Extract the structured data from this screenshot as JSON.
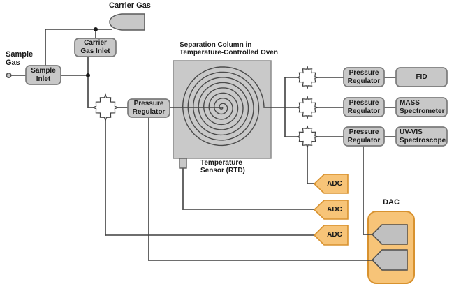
{
  "labels": {
    "sample_gas": "Sample\nGas",
    "carrier_gas": "Carrier Gas",
    "oven_title": "Separation Column in\nTemperature-Controlled Oven",
    "rtd": "Temperature\nSensor (RTD)",
    "dac": "DAC"
  },
  "nodes": {
    "sample_inlet": "Sample\nInlet",
    "carrier_gas_inlet": "Carrier\nGas Inlet",
    "pressure_regulator_main": "Pressure\nRegulator",
    "pressure_regulator_fid": "Pressure\nRegulator",
    "pressure_regulator_mass": "Pressure\nRegulator",
    "pressure_regulator_uvvis": "Pressure\nRegulator",
    "fid": "FID",
    "mass_spectrometer": "MASS\nSpectrometer",
    "uvvis_spectroscope": "UV-VIS\nSpectroscope",
    "adc_1": "ADC",
    "adc_2": "ADC",
    "adc_3": "ADC"
  },
  "colors": {
    "background": "#ffffff",
    "box_fill": "#c8c8c8",
    "box_border": "#7b7b7b",
    "line": "#3f3f3f",
    "text": "#1a1a1a",
    "orange_fill": "#f7c478",
    "orange_border": "#d8922f",
    "pentagon_fill": "#c0c0c0",
    "pentagon_border": "#4d4d4d"
  }
}
